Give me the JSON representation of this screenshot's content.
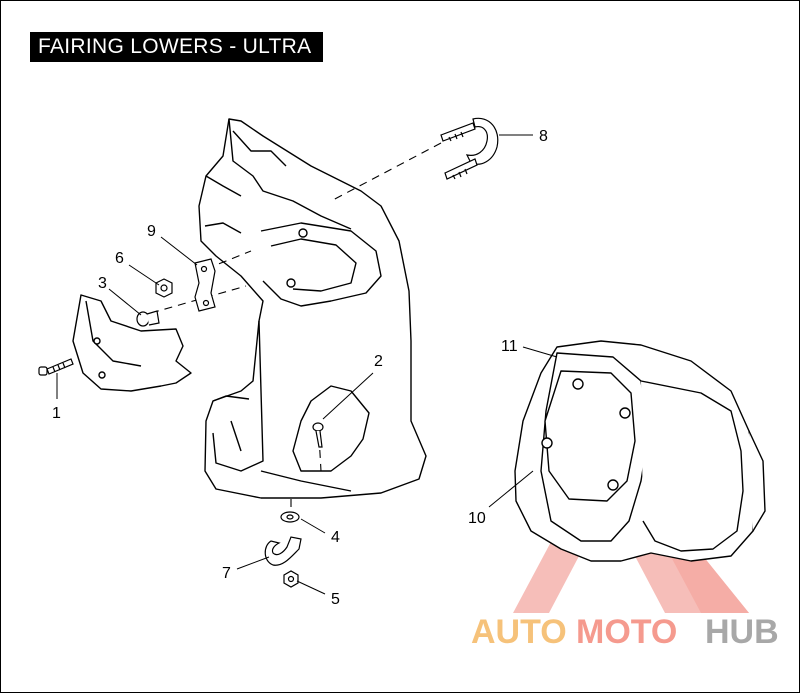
{
  "title": "FAIRING LOWERS - ULTRA",
  "callouts": [
    "1",
    "2",
    "3",
    "4",
    "5",
    "6",
    "7",
    "8",
    "9",
    "10",
    "11"
  ],
  "watermark": {
    "part1": "AUTO",
    "part2": "MOTO",
    "part3": "HUB"
  },
  "colors": {
    "watermark_red": "#e83a2a",
    "watermark_orange": "#f5a623",
    "watermark_gray": "#8c8c8c",
    "line": "#000000"
  }
}
